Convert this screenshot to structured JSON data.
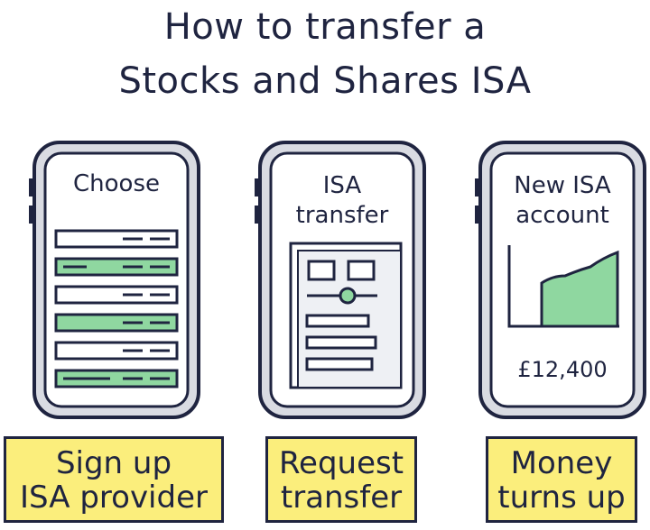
{
  "title": {
    "line1": "How to transfer a",
    "line2": "Stocks and Shares ISA"
  },
  "colors": {
    "ink": "#1f2440",
    "green": "#8fd7a0",
    "yellow": "#fbee7c",
    "screen": "#ffffff",
    "frame": "#d9dbe2"
  },
  "steps": [
    {
      "screen_text": "Choose",
      "label_line1": "Sign up",
      "label_line2": "ISA provider",
      "icon": "provider-list-icon"
    },
    {
      "screen_text_line1": "ISA",
      "screen_text_line2": "transfer",
      "label_line1": "Request",
      "label_line2": "transfer",
      "icon": "transfer-form-icon"
    },
    {
      "screen_text_line1": "New ISA",
      "screen_text_line2": "account",
      "amount": "£12,400",
      "label_line1": "Money",
      "label_line2": "turns up",
      "icon": "growth-chart-icon"
    }
  ]
}
